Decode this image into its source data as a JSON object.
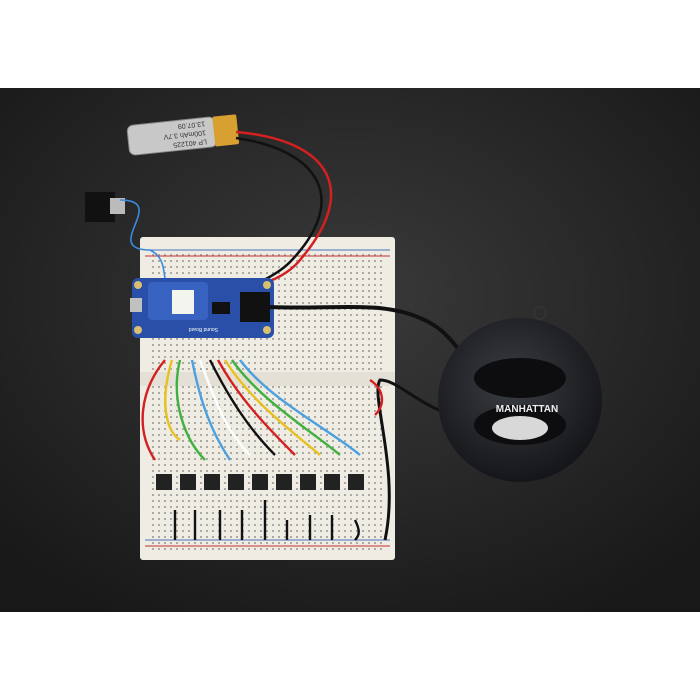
{
  "photo": {
    "background_color": "#222222",
    "frame_color": "#ffffff",
    "battery": {
      "lines": [
        "LP 401225",
        "100mAh 3.7V",
        "13.07.09"
      ]
    },
    "board": {
      "label": "Sound Board",
      "color": "#2a4fa8"
    },
    "speaker": {
      "brand": "MANHATTAN"
    },
    "wire_colors": [
      "#d42020",
      "#e8c020",
      "#40b040",
      "#ffffff",
      "#4aa0e0",
      "#111111",
      "#e87020"
    ]
  }
}
